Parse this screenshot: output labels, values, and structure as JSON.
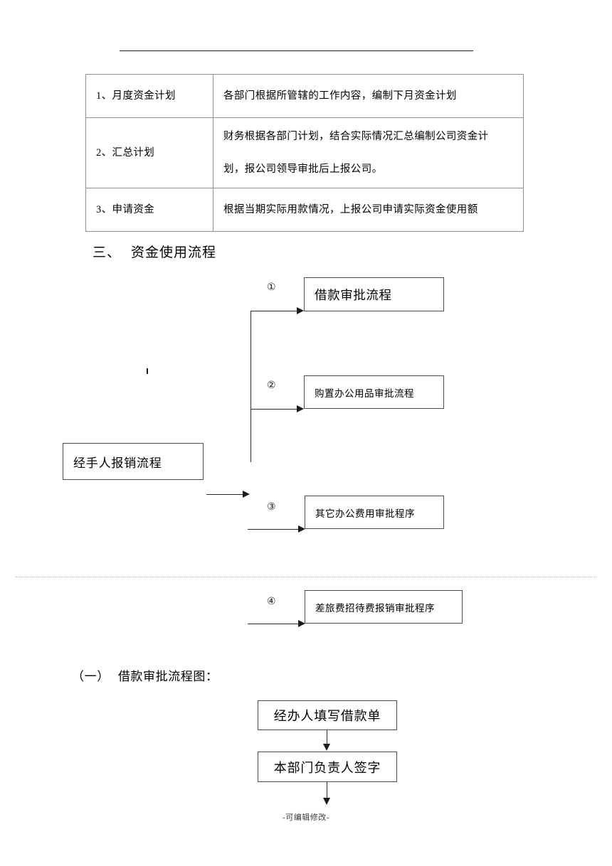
{
  "document": {
    "footer_note": "-可编辑修改-"
  },
  "plan_table": {
    "rows": [
      {
        "label": "1、月度资金计划",
        "lines": [
          "各部门根据所管辖的工作内容，编制下月资金计划"
        ]
      },
      {
        "label": "2、汇总计划",
        "lines": [
          "财务根据各部门计划，结合实际情况汇总编制公司资金计",
          "划，报公司领导审批后上报公司。"
        ]
      },
      {
        "label": "3、申请资金",
        "lines": [
          "根据当期实际用款情况，上报公司申请实际资金使用额"
        ]
      }
    ]
  },
  "section_three": {
    "number": "三、",
    "title": "资金使用流程"
  },
  "usage_flow": {
    "source_box": "经手人报销流程",
    "branches": [
      {
        "marker": "①",
        "label": "借款审批流程"
      },
      {
        "marker": "②",
        "label": "购置办公用品审批流程"
      },
      {
        "marker": "③",
        "label": "其它办公费用审批程序"
      },
      {
        "marker": "④",
        "label": "差旅费招待费报销审批程序"
      }
    ]
  },
  "section_one": {
    "number": "（一）",
    "title": "借款审批流程图："
  },
  "loan_flowchart": {
    "steps": [
      {
        "label": "经办人填写借款单"
      },
      {
        "label": "本部门负责人签字"
      }
    ]
  }
}
